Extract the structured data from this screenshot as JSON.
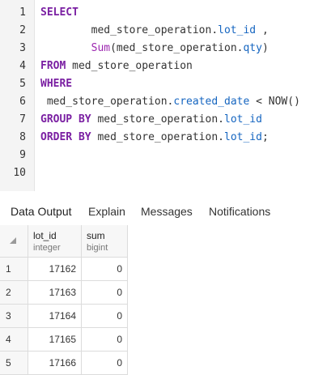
{
  "editor": {
    "lines": [
      {
        "num": "1",
        "segments": [
          {
            "t": "SELECT",
            "c": "kw"
          }
        ]
      },
      {
        "num": "2",
        "segments": [
          {
            "t": "        med_store_operation.",
            "c": "plain"
          },
          {
            "t": "lot_id",
            "c": "col"
          },
          {
            "t": " ,",
            "c": "plain"
          }
        ]
      },
      {
        "num": "3",
        "segments": [
          {
            "t": "        ",
            "c": "plain"
          },
          {
            "t": "Sum",
            "c": "fn"
          },
          {
            "t": "(med_store_operation.",
            "c": "plain"
          },
          {
            "t": "qty",
            "c": "col"
          },
          {
            "t": ")",
            "c": "plain"
          }
        ]
      },
      {
        "num": "4",
        "segments": [
          {
            "t": "FROM",
            "c": "kw"
          },
          {
            "t": " med_store_operation",
            "c": "plain"
          }
        ]
      },
      {
        "num": "5",
        "segments": [
          {
            "t": "WHERE",
            "c": "kw"
          }
        ]
      },
      {
        "num": "6",
        "segments": [
          {
            "t": " med_store_operation.",
            "c": "plain"
          },
          {
            "t": "created_date",
            "c": "col"
          },
          {
            "t": " < NOW()",
            "c": "plain"
          }
        ]
      },
      {
        "num": "7",
        "segments": [
          {
            "t": "GROUP BY",
            "c": "kw"
          },
          {
            "t": " med_store_operation.",
            "c": "plain"
          },
          {
            "t": "lot_id",
            "c": "col"
          }
        ]
      },
      {
        "num": "8",
        "segments": [
          {
            "t": "ORDER BY",
            "c": "kw"
          },
          {
            "t": " med_store_operation.",
            "c": "plain"
          },
          {
            "t": "lot_id",
            "c": "col"
          },
          {
            "t": ";",
            "c": "plain"
          }
        ]
      },
      {
        "num": "9",
        "segments": []
      },
      {
        "num": "10",
        "segments": []
      }
    ]
  },
  "tabs": [
    {
      "label": "Data Output",
      "active": true
    },
    {
      "label": "Explain",
      "active": false
    },
    {
      "label": "Messages",
      "active": false
    },
    {
      "label": "Notifications",
      "active": false
    }
  ],
  "grid": {
    "columns": [
      {
        "name": "lot_id",
        "type": "integer"
      },
      {
        "name": "sum",
        "type": "bigint"
      }
    ],
    "rows": [
      {
        "n": "1",
        "lot_id": "17162",
        "sum": "0"
      },
      {
        "n": "2",
        "lot_id": "17163",
        "sum": "0"
      },
      {
        "n": "3",
        "lot_id": "17164",
        "sum": "0"
      },
      {
        "n": "4",
        "lot_id": "17165",
        "sum": "0"
      },
      {
        "n": "5",
        "lot_id": "17166",
        "sum": "0"
      }
    ]
  },
  "colors": {
    "keyword": "#7a1fa2",
    "function": "#9c27b0",
    "column": "#1565c0",
    "active_tab": "#326690"
  }
}
